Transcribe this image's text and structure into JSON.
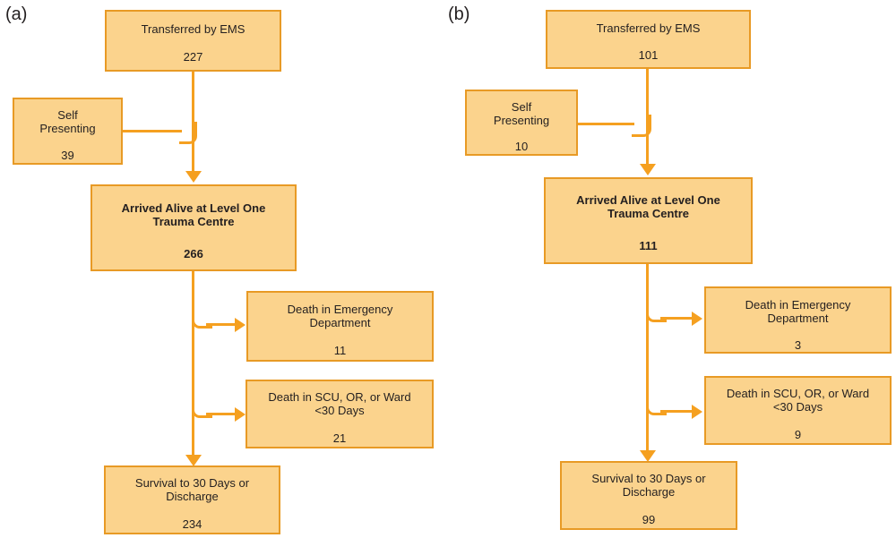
{
  "figure": {
    "palette": {
      "node_fill": "#FBD38D",
      "node_border": "#E89A25",
      "connector": "#F5A020",
      "text": "#231F20",
      "background": "#FFFFFF"
    }
  },
  "panels": [
    {
      "label": "(a)",
      "nodes": {
        "transferred": {
          "title": "Transferred by EMS",
          "count": "227"
        },
        "self_presenting": {
          "title": "Self\nPresenting",
          "count": "39"
        },
        "arrived_alive": {
          "title": "Arrived Alive at Level One\nTrauma Centre",
          "count": "266"
        },
        "death_ed": {
          "title": "Death in Emergency\nDepartment",
          "count": "11"
        },
        "death_scu": {
          "title": "Death in SCU, OR, or Ward\n<30 Days",
          "count": "21"
        },
        "survival": {
          "title": "Survival to 30 Days or\nDischarge",
          "count": "234"
        }
      }
    },
    {
      "label": "(b)",
      "nodes": {
        "transferred": {
          "title": "Transferred by EMS",
          "count": "101"
        },
        "self_presenting": {
          "title": "Self\nPresenting",
          "count": "10"
        },
        "arrived_alive": {
          "title": "Arrived Alive at Level One\nTrauma Centre",
          "count": "111"
        },
        "death_ed": {
          "title": "Death in Emergency\nDepartment",
          "count": "3"
        },
        "death_scu": {
          "title": "Death in SCU, OR, or Ward\n<30 Days",
          "count": "9"
        },
        "survival": {
          "title": "Survival to 30 Days or\nDischarge",
          "count": "99"
        }
      }
    }
  ],
  "chart_data": {
    "type": "diagram",
    "title": "",
    "diagram_kind": "patient-flow-flowchart",
    "panels": [
      {
        "label": "(a)",
        "stages": [
          {
            "id": "transferred",
            "label": "Transferred by EMS",
            "value": 227
          },
          {
            "id": "self_presenting",
            "label": "Self Presenting",
            "value": 39
          },
          {
            "id": "arrived_alive",
            "label": "Arrived Alive at Level One Trauma Centre",
            "value": 266
          },
          {
            "id": "death_ed",
            "label": "Death in Emergency Department",
            "value": 11
          },
          {
            "id": "death_scu",
            "label": "Death in SCU, OR, or Ward <30 Days",
            "value": 21
          },
          {
            "id": "survival",
            "label": "Survival to 30 Days or Discharge",
            "value": 234
          }
        ],
        "edges": [
          {
            "from": "transferred",
            "to": "arrived_alive"
          },
          {
            "from": "self_presenting",
            "to": "arrived_alive"
          },
          {
            "from": "arrived_alive",
            "to": "death_ed"
          },
          {
            "from": "arrived_alive",
            "to": "death_scu"
          },
          {
            "from": "arrived_alive",
            "to": "survival"
          }
        ]
      },
      {
        "label": "(b)",
        "stages": [
          {
            "id": "transferred",
            "label": "Transferred by EMS",
            "value": 101
          },
          {
            "id": "self_presenting",
            "label": "Self Presenting",
            "value": 10
          },
          {
            "id": "arrived_alive",
            "label": "Arrived Alive at Level One Trauma Centre",
            "value": 111
          },
          {
            "id": "death_ed",
            "label": "Death in Emergency Department",
            "value": 3
          },
          {
            "id": "death_scu",
            "label": "Death in SCU, OR, or Ward <30 Days",
            "value": 9
          },
          {
            "id": "survival",
            "label": "Survival to 30 Days or Discharge",
            "value": 99
          }
        ],
        "edges": [
          {
            "from": "transferred",
            "to": "arrived_alive"
          },
          {
            "from": "self_presenting",
            "to": "arrived_alive"
          },
          {
            "from": "arrived_alive",
            "to": "death_ed"
          },
          {
            "from": "arrived_alive",
            "to": "death_scu"
          },
          {
            "from": "arrived_alive",
            "to": "survival"
          }
        ]
      }
    ]
  }
}
